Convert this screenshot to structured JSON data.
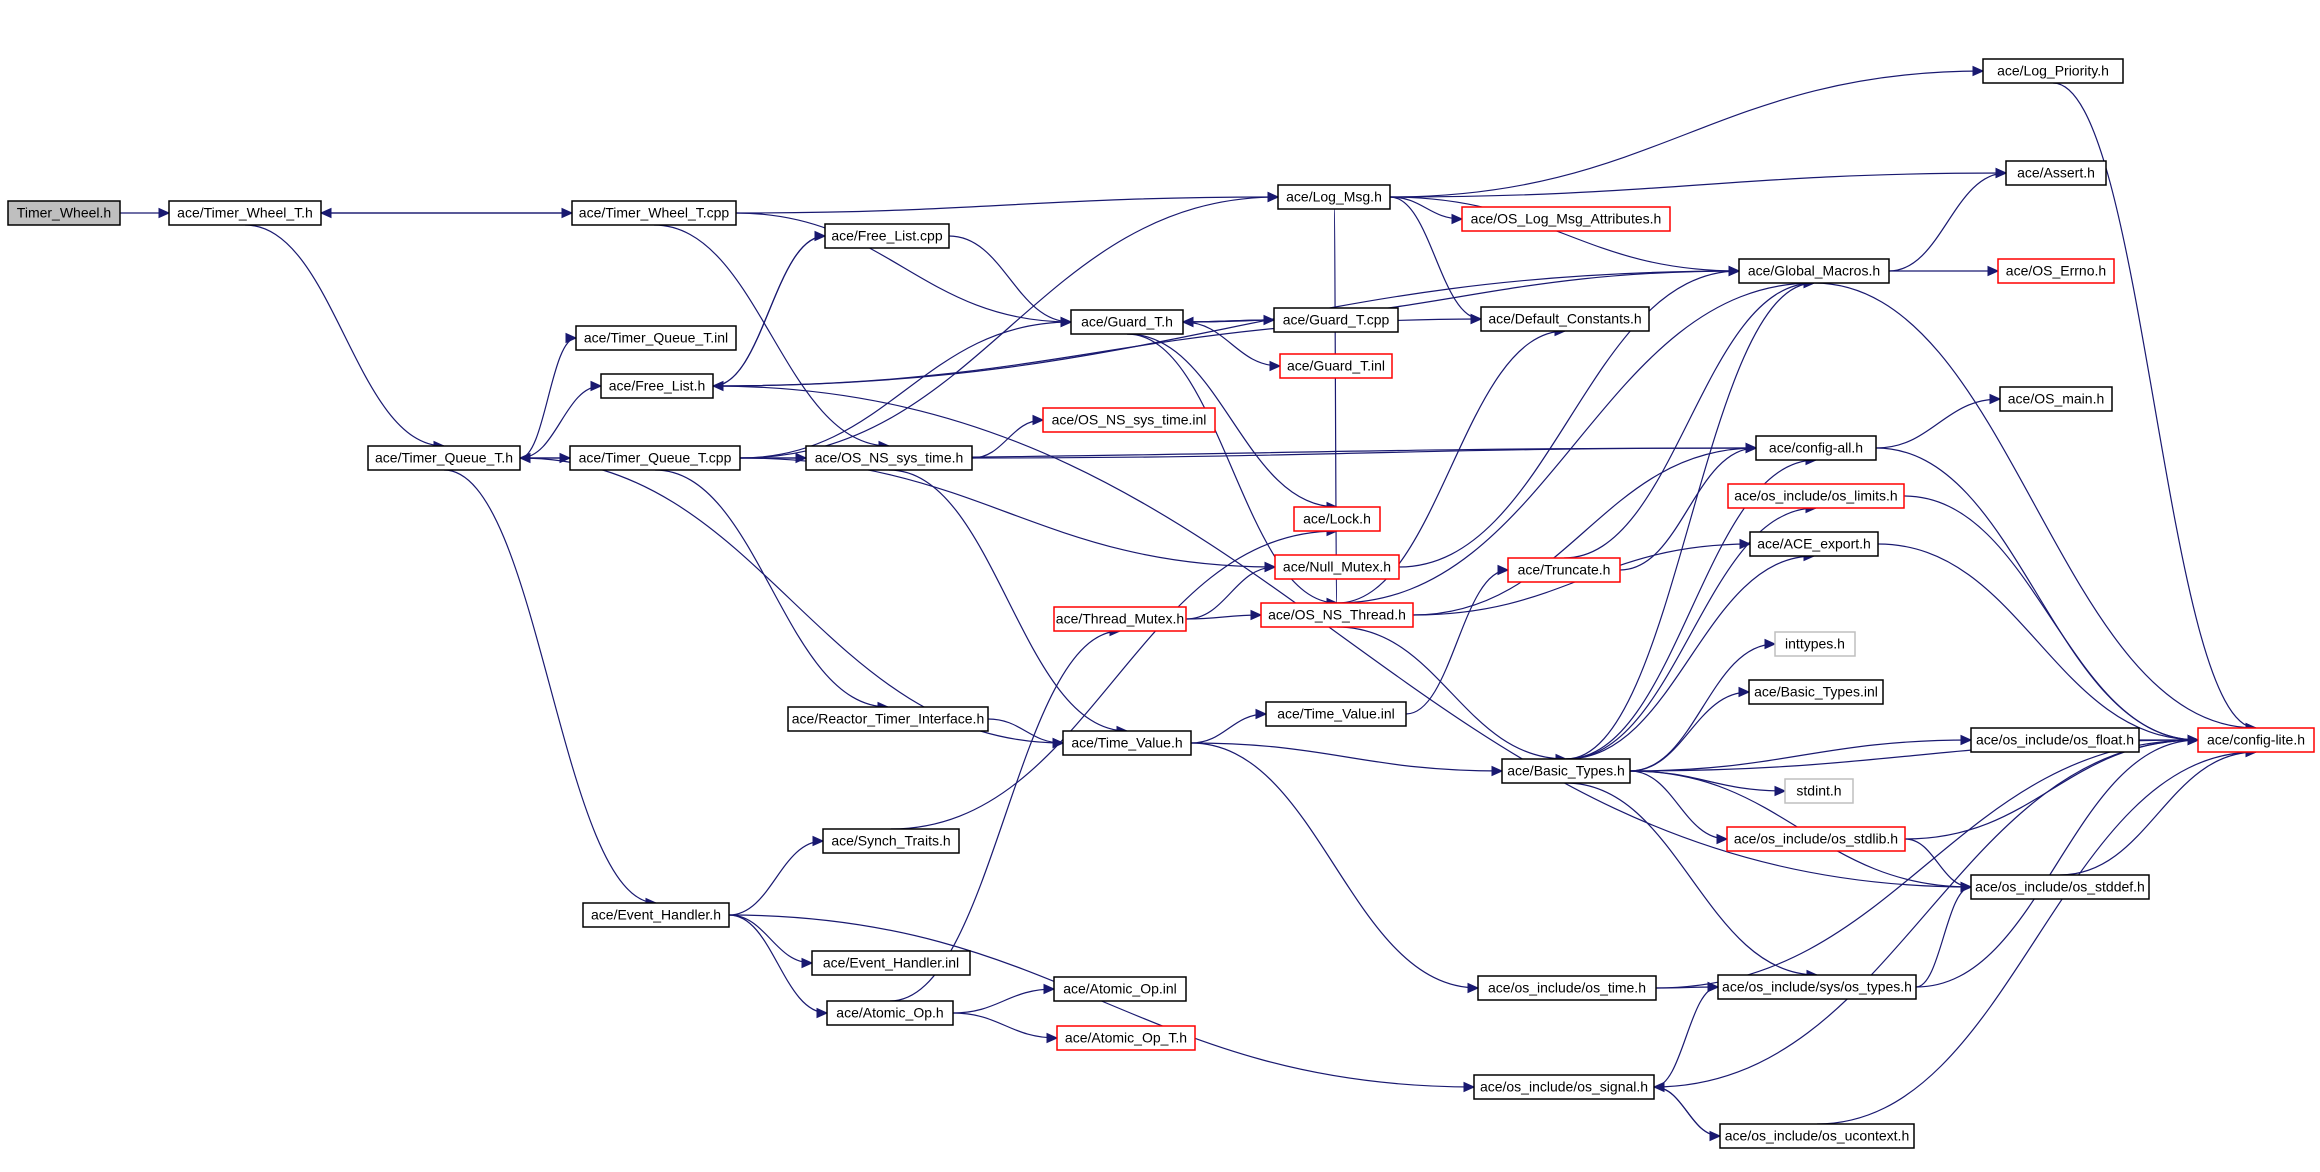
{
  "nodes": {
    "timer_wheel_h": "Timer_Wheel.h",
    "timer_wheel_t_h": "ace/Timer_Wheel_T.h",
    "timer_wheel_t_cpp": "ace/Timer_Wheel_T.cpp",
    "timer_queue_t_h": "ace/Timer_Queue_T.h",
    "timer_queue_t_inl": "ace/Timer_Queue_T.inl",
    "free_list_h": "ace/Free_List.h",
    "free_list_cpp": "ace/Free_List.cpp",
    "timer_queue_t_cpp": "ace/Timer_Queue_T.cpp",
    "os_ns_sys_time_h": "ace/OS_NS_sys_time.h",
    "os_ns_sys_time_inl": "ace/OS_NS_sys_time.inl",
    "log_msg_h": "ace/Log_Msg.h",
    "os_log_msg_attributes_h": "ace/OS_Log_Msg_Attributes.h",
    "guard_t_h": "ace/Guard_T.h",
    "guard_t_cpp": "ace/Guard_T.cpp",
    "guard_t_inl": "ace/Guard_T.inl",
    "default_constants_h": "ace/Default_Constants.h",
    "log_priority_h": "ace/Log_Priority.h",
    "assert_h": "ace/Assert.h",
    "global_macros_h": "ace/Global_Macros.h",
    "os_errno_h": "ace/OS_Errno.h",
    "os_main_h": "ace/OS_main.h",
    "config_all_h": "ace/config-all.h",
    "os_limits_h": "ace/os_include/os_limits.h",
    "ace_export_h": "ace/ACE_export.h",
    "inttypes_h": "inttypes.h",
    "basic_types_inl": "ace/Basic_Types.inl",
    "os_float_h": "ace/os_include/os_float.h",
    "config_lite_h": "ace/config-lite.h",
    "lock_h": "ace/Lock.h",
    "null_mutex_h": "ace/Null_Mutex.h",
    "thread_mutex_h": "ace/Thread_Mutex.h",
    "os_ns_thread_h": "ace/OS_NS_Thread.h",
    "truncate_h": "ace/Truncate.h",
    "reactor_timer_interface_h": "ace/Reactor_Timer_Interface.h",
    "time_value_h": "ace/Time_Value.h",
    "time_value_inl": "ace/Time_Value.inl",
    "basic_types_h": "ace/Basic_Types.h",
    "stdint_h": "stdint.h",
    "os_stdlib_h": "ace/os_include/os_stdlib.h",
    "os_stddef_h": "ace/os_include/os_stddef.h",
    "synch_traits_h": "ace/Synch_Traits.h",
    "event_handler_h": "ace/Event_Handler.h",
    "event_handler_inl": "ace/Event_Handler.inl",
    "atomic_op_h": "ace/Atomic_Op.h",
    "atomic_op_inl": "ace/Atomic_Op.inl",
    "atomic_op_t_h": "ace/Atomic_Op_T.h",
    "os_time_h": "ace/os_include/os_time.h",
    "sys_os_types_h": "ace/os_include/sys/os_types.h",
    "os_signal_h": "ace/os_include/os_signal.h",
    "os_ucontext_h": "ace/os_include/os_ucontext.h"
  },
  "colors": {
    "edge": "#191970",
    "root_fill": "#bfbfbf",
    "incomplete_border": "#ff0000",
    "external_border": "#bfbfbf",
    "node_border": "#000000"
  },
  "legend_kinds": {
    "root": "gray filled box (the documented file)",
    "incomplete": "red border",
    "external": "gray border"
  }
}
